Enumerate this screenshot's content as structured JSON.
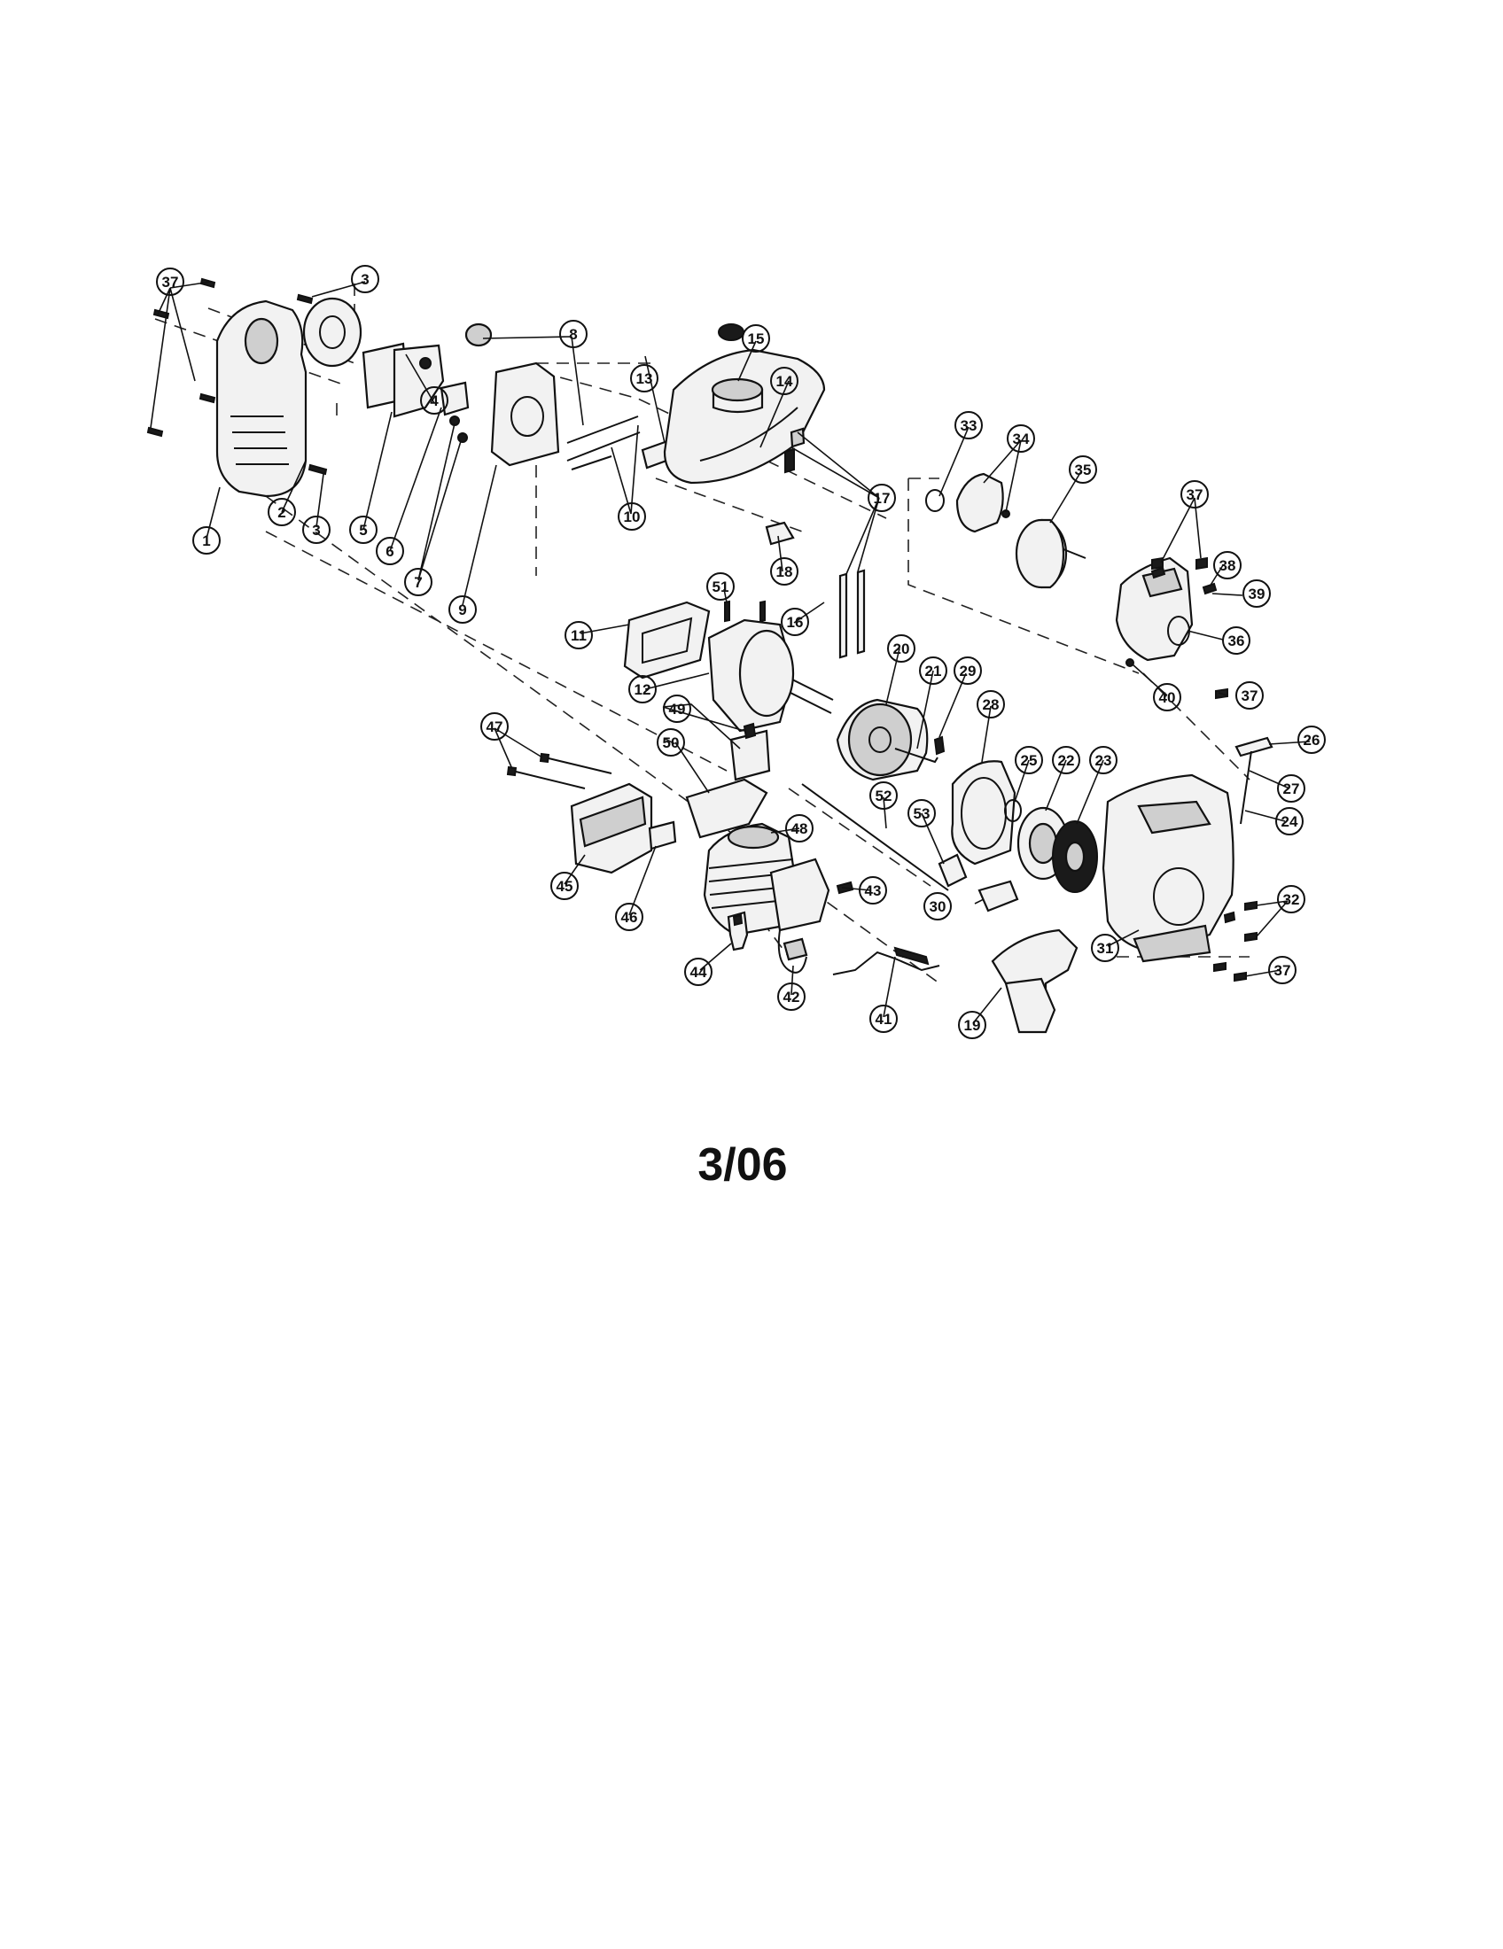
{
  "diagram": {
    "part_callouts": [
      "1",
      "2",
      "3",
      "3",
      "4",
      "5",
      "6",
      "7",
      "8",
      "9",
      "10",
      "11",
      "12",
      "13",
      "14",
      "15",
      "16",
      "17",
      "18",
      "19",
      "20",
      "21",
      "22",
      "23",
      "24",
      "25",
      "26",
      "27",
      "28",
      "29",
      "30",
      "31",
      "32",
      "33",
      "34",
      "35",
      "36",
      "37",
      "37",
      "37",
      "37",
      "38",
      "39",
      "40",
      "41",
      "42",
      "43",
      "44",
      "45",
      "46",
      "47",
      "48",
      "49",
      "50",
      "51",
      "52",
      "53"
    ],
    "date_label": "3/06"
  }
}
